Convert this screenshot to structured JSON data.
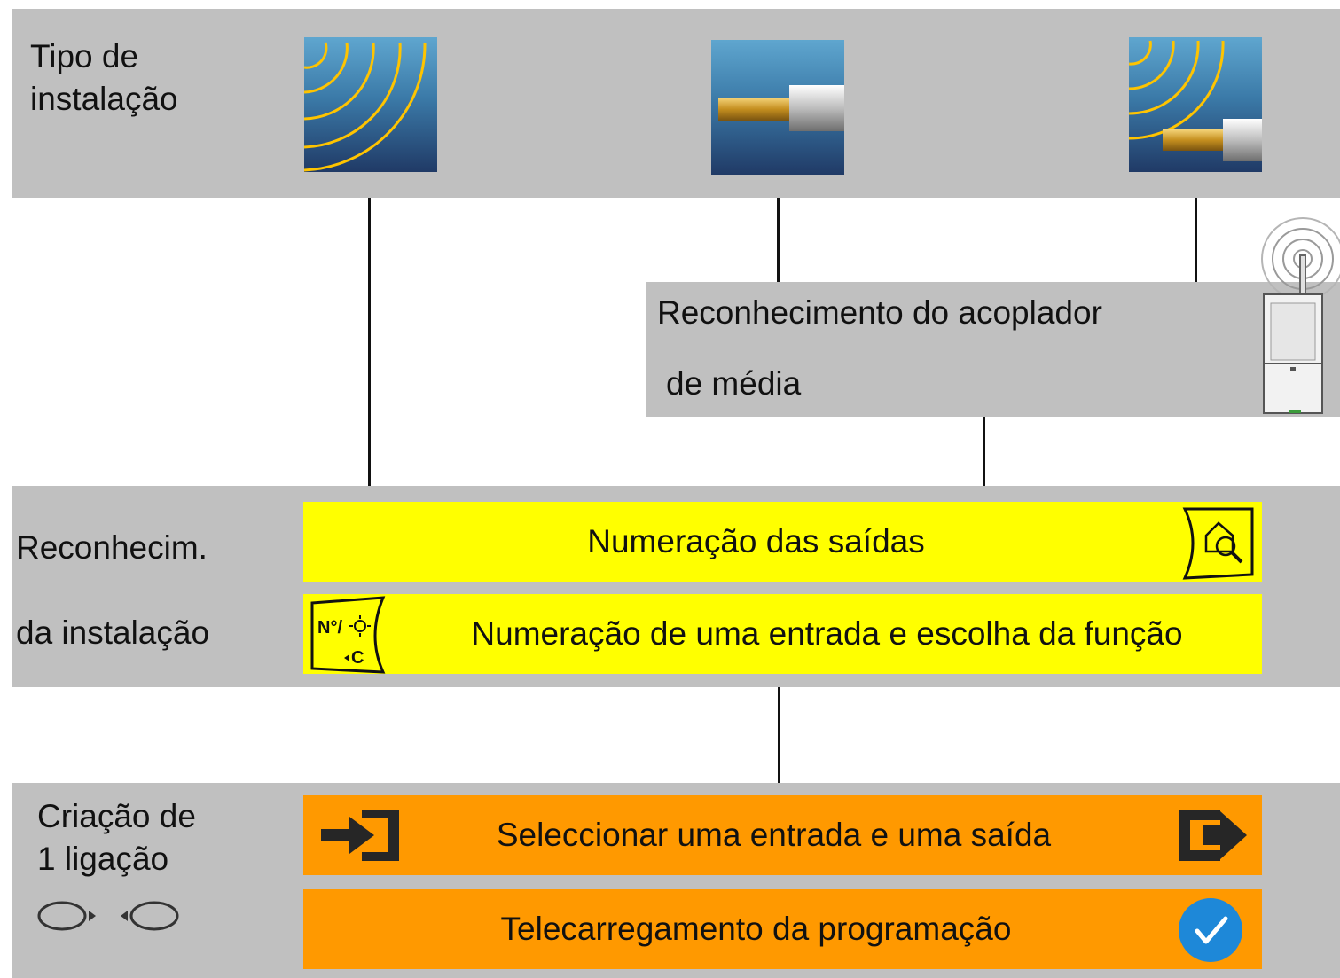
{
  "rows": {
    "install_type": {
      "label": "Tipo de\ninstalação"
    },
    "recognition": {
      "label": "Reconhecim.\n\nda instalação"
    },
    "link_creation": {
      "label": "Criação de\n1 ligação"
    }
  },
  "coupler": {
    "line1": "Reconhecimento do acoplador",
    "line2": "de média"
  },
  "bars": {
    "output_numbering": "Numeração das saídas",
    "input_numbering": "Numeração de uma entrada e escolha da função",
    "select_io": "Seleccionar uma entrada e uma saída",
    "download": "Telecarregamento da programação"
  },
  "icons": {
    "radio_tile": "radio-waves-icon",
    "wired_tile": "wired-cable-icon",
    "hybrid_tile": "hybrid-radio-wired-icon",
    "coupler_device": "media-coupler-device-icon",
    "search_house": "house-search-icon",
    "input_number_function": "input-number-function-icon",
    "enter": "enter-arrow-icon",
    "exit": "exit-arrow-icon",
    "check": "check-circle-icon",
    "link": "link-rings-icon"
  },
  "colors": {
    "band_gray": "#c0c0c0",
    "yellow": "#ffff00",
    "orange": "#ff9900",
    "check_blue": "#1e88d8",
    "tile_wave": "#ffc400"
  }
}
